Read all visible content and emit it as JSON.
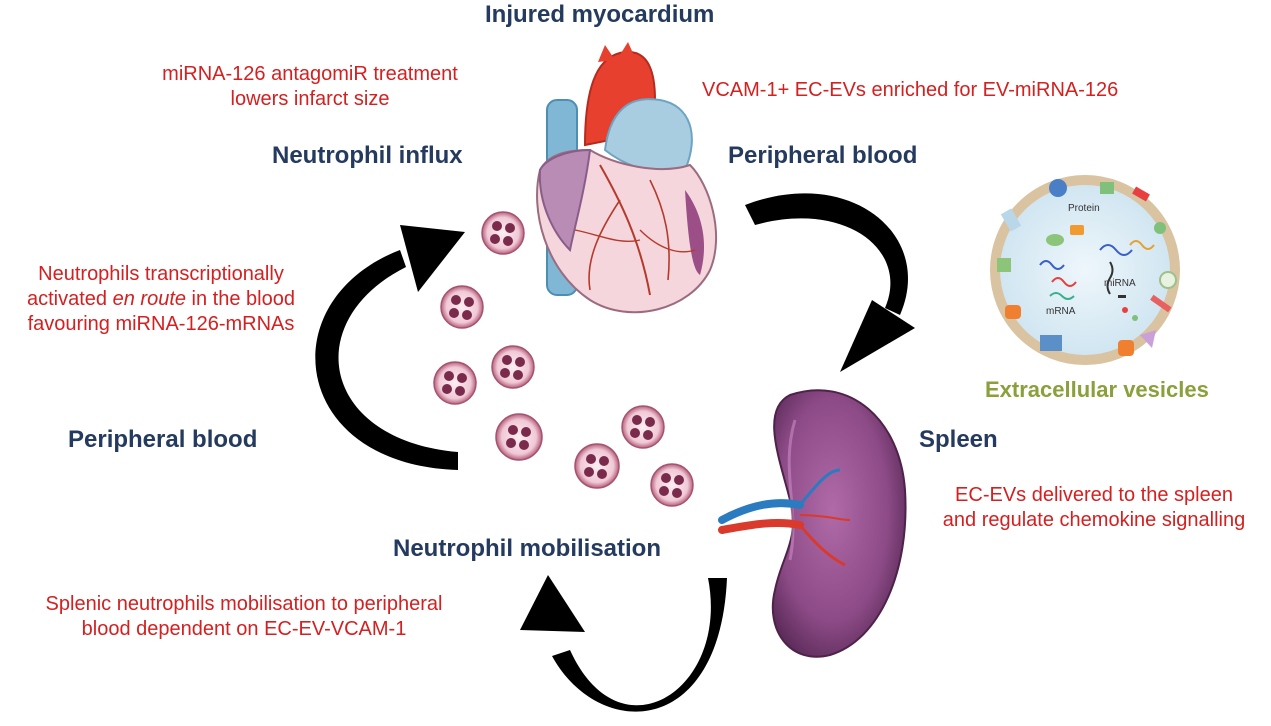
{
  "labels": {
    "injured_myocardium": "Injured myocardium",
    "neutrophil_influx": "Neutrophil influx",
    "peripheral_blood_right": "Peripheral blood",
    "peripheral_blood_left": "Peripheral blood",
    "spleen": "Spleen",
    "neutrophil_mobilisation": "Neutrophil mobilisation",
    "extracellular_vesicles": "Extracellular vesicles"
  },
  "notes": {
    "antagomir_1": "miRNA-126 antagomiR treatment",
    "antagomir_2": "lowers infarct size",
    "vcam_enriched": "VCAM-1+ EC-EVs enriched for EV-miRNA-126",
    "transcription_1": "Neutrophils transcriptionally",
    "transcription_2a": "activated ",
    "transcription_2b": "en route",
    "transcription_2c": " in the blood",
    "transcription_3": "favouring miRNA-126-mRNAs",
    "spleen_ev_1": "EC-EVs delivered to the spleen",
    "spleen_ev_2": "and regulate chemokine signalling",
    "mobilisation_1": "Splenic neutrophils mobilisation to peripheral",
    "mobilisation_2": "blood dependent on EC-EV-VCAM-1"
  },
  "vesicle": {
    "protein": "Protein",
    "mirna": "miRNA",
    "mrna": "mRNA"
  },
  "colors": {
    "heading": "#243a5e",
    "annotation": "#d42020",
    "ev_title": "#8aa03a",
    "arrow": "#000000"
  }
}
